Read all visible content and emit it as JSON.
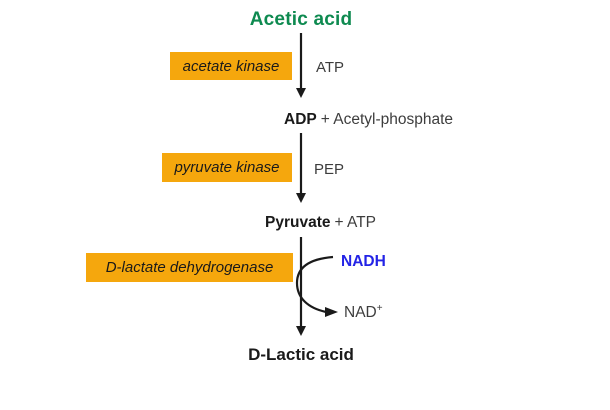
{
  "palette": {
    "green": "#0E8A50",
    "orange": "#F5A70D",
    "blue": "#2323E6",
    "ink": "#1A1A1A",
    "muted": "#3D3D3D"
  },
  "title": "Acetic acid",
  "steps": [
    {
      "enzyme": "acetate kinase",
      "input_label": "ATP",
      "product_bold": "ADP",
      "product_rest": "+ Acetyl-phosphate"
    },
    {
      "enzyme": "pyruvate kinase",
      "input_label": "PEP",
      "product_bold": "Pyruvate",
      "product_rest": "+ ATP"
    },
    {
      "enzyme": "D-lactate dehydrogenase",
      "cofactor_in": "NADH",
      "cofactor_out_base": "NAD",
      "cofactor_out_sup": "+"
    }
  ],
  "final_product": "D-Lactic acid"
}
